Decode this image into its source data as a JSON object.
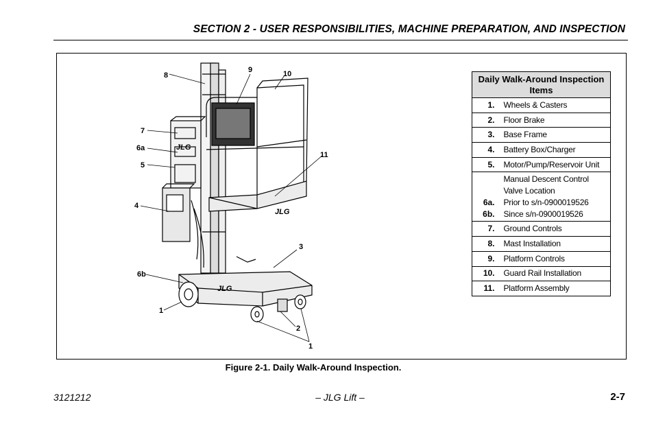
{
  "header": {
    "section_title": "SECTION 2 - USER RESPONSIBILITIES, MACHINE PREPARATION, AND INSPECTION"
  },
  "figure": {
    "caption": "Figure 2-1. Daily Walk-Around Inspection.",
    "callouts": [
      "8",
      "9",
      "10",
      "7",
      "6a",
      "5",
      "11",
      "4",
      "3",
      "6b",
      "1",
      "2",
      "1"
    ],
    "brand_marks": [
      "JLG",
      "JLG",
      "JLG"
    ]
  },
  "table": {
    "header": "Daily Walk-Around Inspection Items",
    "rows": [
      {
        "num": "1.",
        "item": "Wheels & Casters"
      },
      {
        "num": "2.",
        "item": "Floor Brake"
      },
      {
        "num": "3.",
        "item": "Base Frame"
      },
      {
        "num": "4.",
        "item": "Battery Box/Charger"
      },
      {
        "num": "5.",
        "item": "Motor/Pump/Reservoir Unit"
      },
      {
        "item_line1": "Manual Descent  Control",
        "item_line2": "Valve Location",
        "num_a": "6a.",
        "item_a": "Prior to s/n-0900019526",
        "num_b": "6b.",
        "item_b": "Since s/n-0900019526"
      },
      {
        "num": "7.",
        "item": "Ground Controls"
      },
      {
        "num": "8.",
        "item": "Mast Installation"
      },
      {
        "num": "9.",
        "item": "Platform Controls"
      },
      {
        "num": "10.",
        "item": "Guard Rail Installation"
      },
      {
        "num": "11.",
        "item": "Platform Assembly"
      }
    ]
  },
  "footer": {
    "doc_number": "3121212",
    "center": "– JLG Lift –",
    "page": "2-7"
  }
}
